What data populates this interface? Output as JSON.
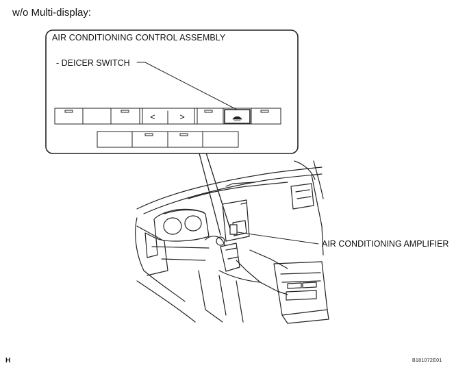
{
  "heading": "w/o Multi-display:",
  "inset": {
    "title": "AIR CONDITIONING CONTROL ASSEMBLY",
    "callout": "- DEICER SWITCH"
  },
  "labels": {
    "amplifier": "AIR CONDITIONING AMPLIFIER"
  },
  "panel_symbols": {
    "left_arrow": "<",
    "right_arrow": ">"
  },
  "footer": {
    "page_marker": "H",
    "figure_code": "B181072E01"
  }
}
